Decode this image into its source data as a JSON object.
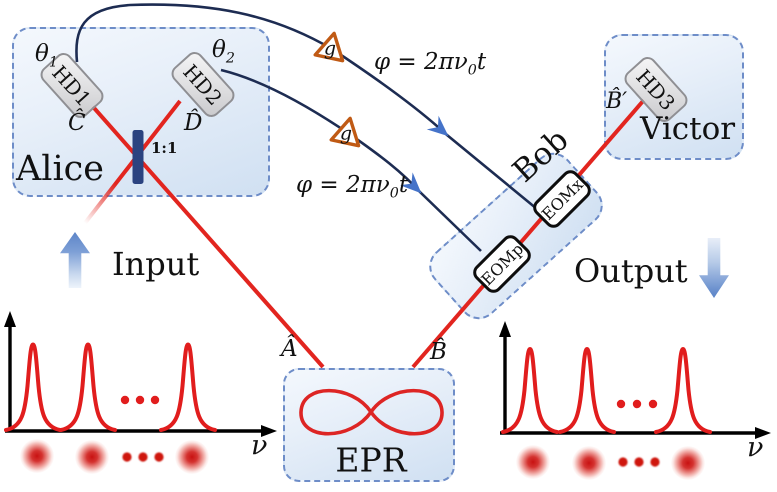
{
  "figure": {
    "alice": {
      "label": "Alice",
      "detector1": "HD1",
      "detector2": "HD2",
      "theta1": {
        "base": "θ",
        "sub": "1"
      },
      "theta2": {
        "base": "θ",
        "sub": "2"
      },
      "mode_c": "Ĉ",
      "mode_d": "D̂",
      "beamsplitter_ratio": "1:1"
    },
    "classical_channels": {
      "gain1": "g",
      "gain2": "g",
      "phase1": {
        "pre": "φ = 2πν",
        "sub": "0",
        "post": "t"
      },
      "phase2": {
        "pre": "φ = 2πν",
        "sub": "0",
        "post": "t"
      }
    },
    "bob": {
      "label": "Bob",
      "eom_p": "EOMp",
      "eom_x": "EOMx"
    },
    "victor": {
      "label": "Victor",
      "detector3": "HD3",
      "mode_b_out": "B̂′"
    },
    "epr": {
      "label": "EPR",
      "mode_a": "Â",
      "mode_b": "B̂"
    },
    "flow": {
      "input": "Input",
      "output": "Output"
    },
    "spectra": {
      "left": {
        "axis_label": "ν",
        "peak_count": 3
      },
      "right": {
        "axis_label": "ν",
        "peak_count": 3
      }
    },
    "colors": {
      "beam_red": "#e2251f",
      "wire_navy": "#1d2c52",
      "arrow_blue": "#4573c9",
      "amplifier_orange": "#c05a14",
      "box_border_blue": "#6e8dc8"
    }
  }
}
